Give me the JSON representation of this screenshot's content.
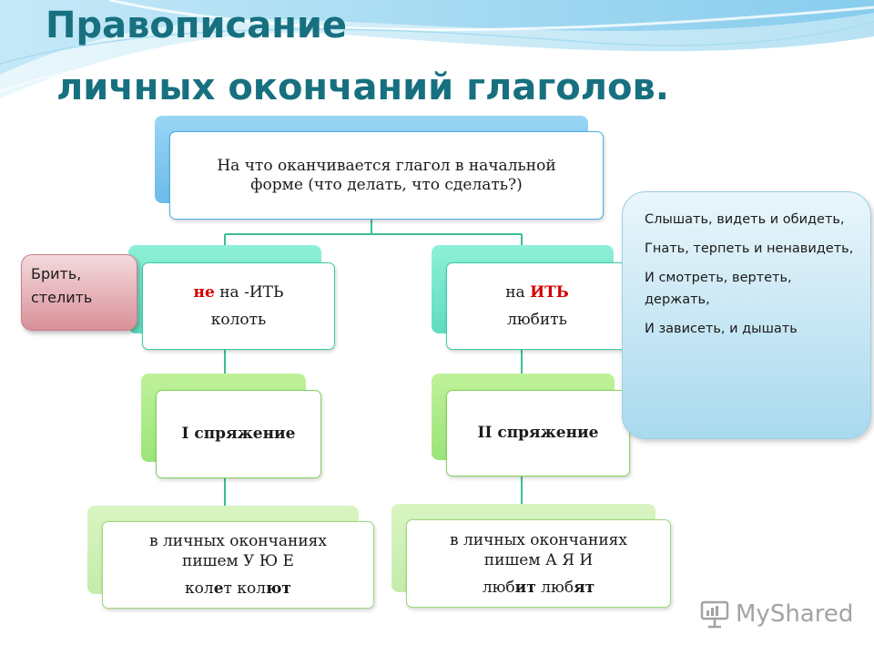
{
  "title": {
    "line1": "Правописание",
    "line2": "личных окончаний глаголов."
  },
  "root": {
    "line1": "На что оканчивается глагол в начальной",
    "line2": "форме (что делать, что сделать?)"
  },
  "left": {
    "cond_red": "не",
    "cond_rest": " на -ИТЬ",
    "example": "колоть",
    "conj": "I спряжение",
    "rule1": "в личных окончаниях",
    "rule2": "пишем У Ю Е",
    "forms": {
      "a1": "кол",
      "a2": "е",
      "a3": "т кол",
      "a4": "ют"
    }
  },
  "right": {
    "cond_pre": "на ",
    "cond_red": "ИТЬ",
    "example": "любить",
    "conj": "II спряжение",
    "rule1": "в личных окончаниях",
    "rule2": "пишем  А Я И",
    "forms": {
      "b1": "люб",
      "b2": "ит",
      "b3": " люб",
      "b4": "ят"
    }
  },
  "exceptions_left": {
    "line1": "Брить,",
    "line2": "стелить"
  },
  "exceptions_right": [
    "Слышать, видеть и обидеть,",
    "Гнать, терпеть и ненавидеть,",
    "И смотреть, вертеть, держать,",
    "И зависеть, и дышать"
  ],
  "logo": {
    "text": "MyShared"
  },
  "colors": {
    "title": "#17707f",
    "blue": "#4aaee0",
    "teal": "#3ccaa8",
    "green": "#84d25c",
    "red": "#d40000",
    "connector": "#3cbf90"
  }
}
